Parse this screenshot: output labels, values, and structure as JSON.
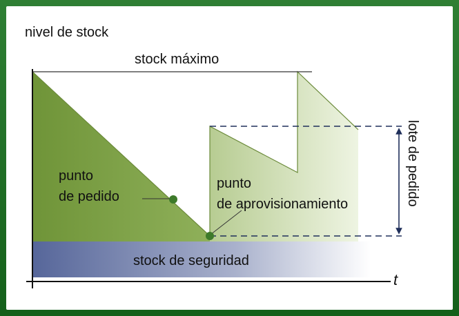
{
  "labels": {
    "y_axis": "nivel de stock",
    "x_axis": "t",
    "max_stock": "stock máximo",
    "order_lot": "lote de pedido",
    "safety_stock": "stock de seguridad",
    "reorder_point_line1": "punto",
    "reorder_point_line2": "de pedido",
    "supply_point_line1": "punto",
    "supply_point_line2": "de aprovisionamiento"
  },
  "colors": {
    "frame_green": "#1c6a22",
    "stock_fill_green": "#7fa34a",
    "point_green": "#3d7a2a",
    "safety_blue": "#5a6a98",
    "dash_navy": "#1f2f5a"
  }
}
